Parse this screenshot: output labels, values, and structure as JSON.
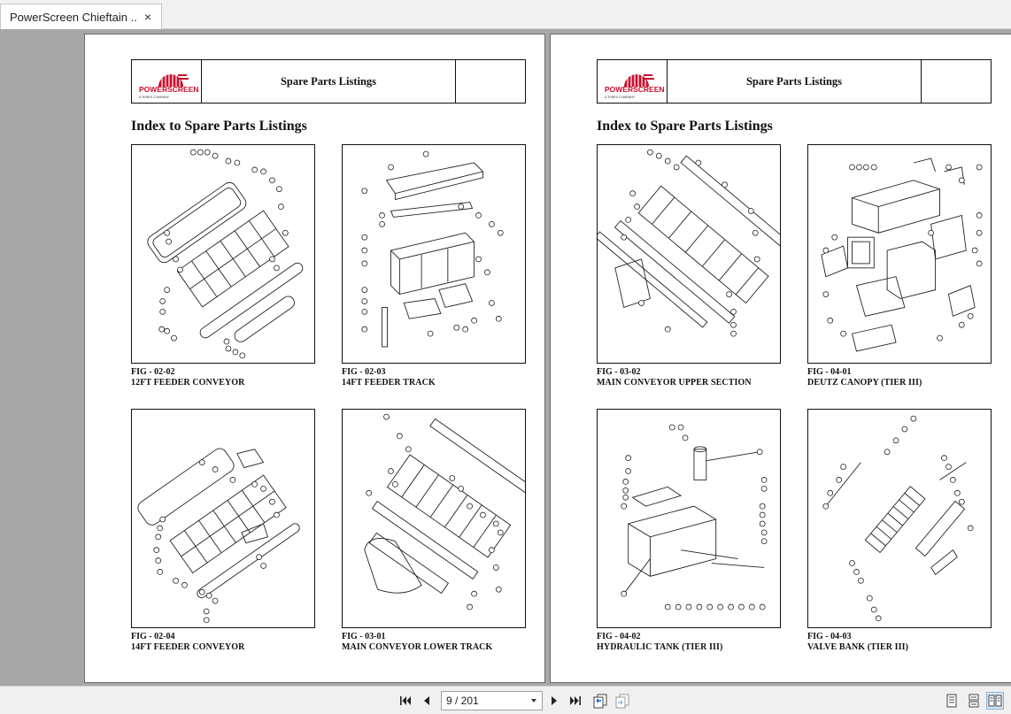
{
  "tab": {
    "title": "PowerScreen Chieftain ...",
    "close_glyph": "×"
  },
  "pages": [
    {
      "header_title": "Spare Parts Listings",
      "logo": {
        "brand": "POWERSCREEN",
        "sub": "A TEREX COMPANY",
        "color": "#c8102e"
      },
      "index_title": "Index to Spare Parts Listings",
      "figs": [
        {
          "code": "FIG - 02-02",
          "caption": "12FT FEEDER CONVEYOR"
        },
        {
          "code": "FIG - 02-03",
          "caption": "14FT FEEDER TRACK"
        },
        {
          "code": "FIG - 02-04",
          "caption": "14FT FEEDER CONVEYOR"
        },
        {
          "code": "FIG - 03-01",
          "caption": "MAIN CONVEYOR LOWER TRACK"
        }
      ]
    },
    {
      "header_title": "Spare Parts Listings",
      "logo": {
        "brand": "POWERSCREEN",
        "sub": "A TEREX COMPANY",
        "color": "#c8102e"
      },
      "index_title": "Index to Spare Parts Listings",
      "figs": [
        {
          "code": "FIG - 03-02",
          "caption": "MAIN CONVEYOR UPPER SECTION"
        },
        {
          "code": "FIG - 04-01",
          "caption": "DEUTZ CANOPY (TIER III)"
        },
        {
          "code": "FIG - 04-02",
          "caption": "HYDRAULIC TANK (TIER III)"
        },
        {
          "code": "FIG - 04-03",
          "caption": "VALVE BANK (TIER III)"
        }
      ]
    }
  ],
  "toolbar": {
    "page_indicator": "9 / 201",
    "icons": [
      "first-page-icon",
      "prev-page-icon",
      "next-page-icon",
      "last-page-icon",
      "back-view-icon",
      "forward-view-icon",
      "single-page-view-icon",
      "continuous-view-icon",
      "two-page-view-icon"
    ]
  }
}
